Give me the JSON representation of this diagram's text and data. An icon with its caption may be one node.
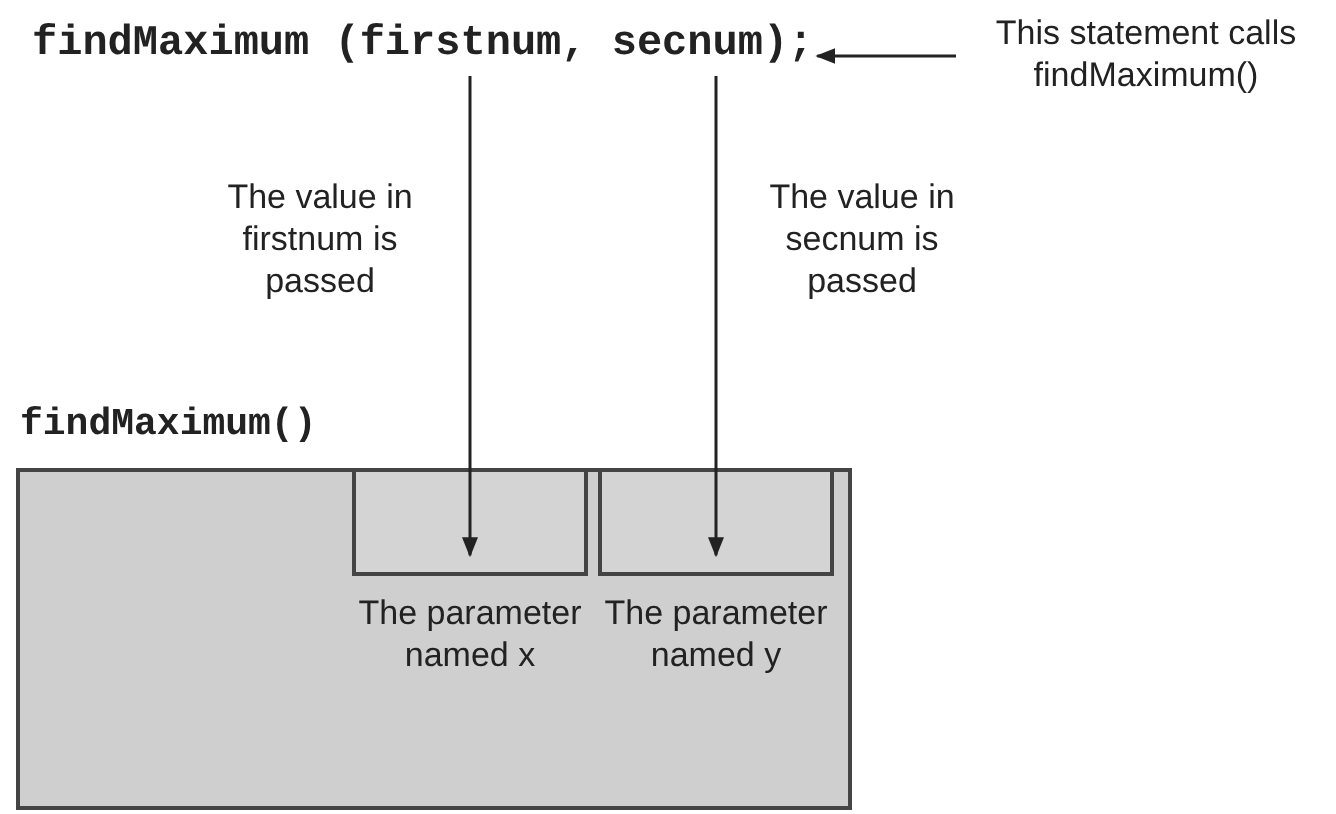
{
  "diagram": {
    "nodes": [
      {
        "text": [
          "findMaximum (firstnum, secnum);"
        ]
      },
      {
        "text": [
          "This statement calls findMaximum()"
        ]
      },
      {
        "text": [
          "findMaximum()"
        ]
      },
      {
        "text": [
          "The parameter named x"
        ],
        "in": 2
      },
      {
        "text": [
          "The parameter named y"
        ],
        "in": 2
      }
    ],
    "edges": [
      {
        "from": 1,
        "to": 0,
        "arrow": "to"
      },
      {
        "from": 0,
        "to": 3,
        "arrow": "to",
        "label": "The value in firstnum is passed"
      },
      {
        "from": 0,
        "to": 4,
        "arrow": "to",
        "label": "The value in secnum is passed"
      }
    ]
  }
}
